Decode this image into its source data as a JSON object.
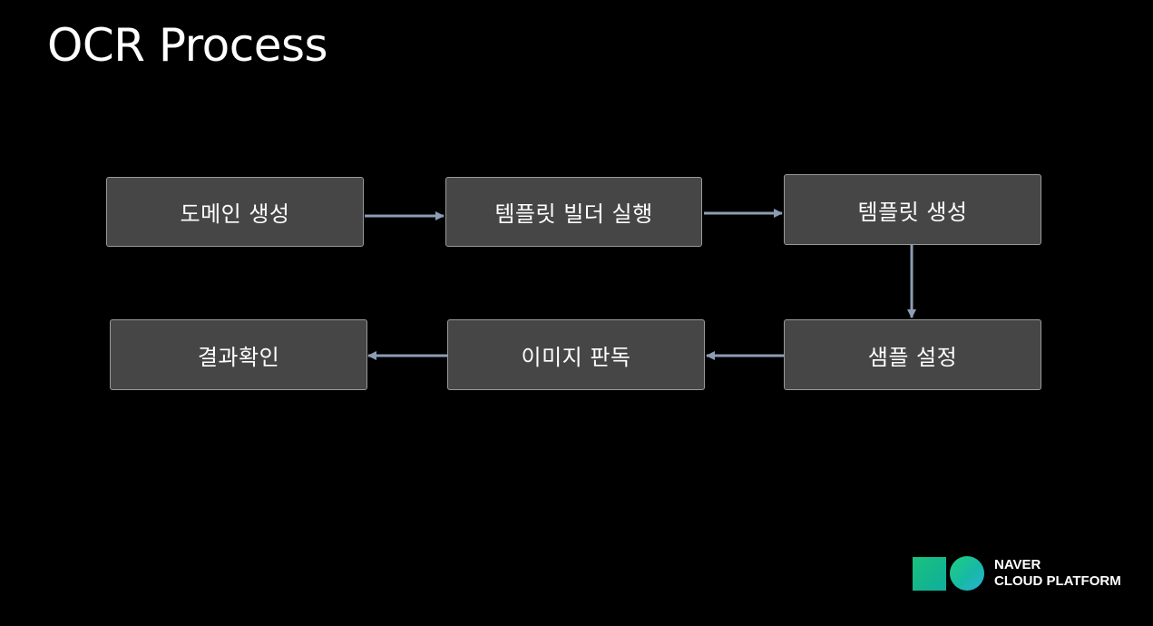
{
  "slide": {
    "title": "OCR Process"
  },
  "nodes": {
    "domain_create": "도메인 생성",
    "template_builder_run": "템플릿 빌더 실행",
    "template_create": "템플릿 생성",
    "sample_setup": "샘플 설정",
    "image_read": "이미지 판독",
    "result_check": "결과확인"
  },
  "edges": [
    {
      "from": "domain_create",
      "to": "template_builder_run"
    },
    {
      "from": "template_builder_run",
      "to": "template_create"
    },
    {
      "from": "template_create",
      "to": "sample_setup"
    },
    {
      "from": "sample_setup",
      "to": "image_read"
    },
    {
      "from": "image_read",
      "to": "result_check"
    }
  ],
  "colors": {
    "background": "#000000",
    "node_fill": "#464646",
    "node_border": "#9a9a9a",
    "arrow": "#8d9db4"
  },
  "logo": {
    "line1": "NAVER",
    "line2": "CLOUD PLATFORM"
  }
}
